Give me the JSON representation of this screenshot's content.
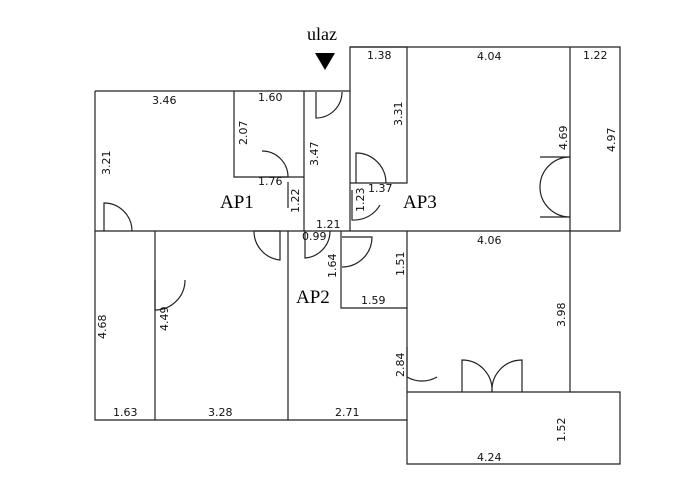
{
  "entrance": {
    "label": "ulaz",
    "icon": "entrance-arrow-icon"
  },
  "apartments": {
    "ap1": "AP1",
    "ap2": "AP2",
    "ap3": "AP3"
  },
  "dimensions": {
    "ap1_width_top": "3.46",
    "ap1_height_left": "3.21",
    "ap1_bath_width": "1.60",
    "ap1_bath_height": "2.07",
    "ap1_hall_width": "1.76",
    "ap1_hall_small": "1.22",
    "corridor_height": "3.47",
    "corridor_width": "1.21",
    "corridor_door": "0.99",
    "ap3_small_width": "1.38",
    "ap3_bath_height": "3.31",
    "ap3_hall_width": "1.37",
    "ap3_hall_height": "1.23",
    "ap3_room_width": "4.04",
    "ap3_room_height": "4.69",
    "ap3_right_width": "1.22",
    "ap3_right_height": "4.97",
    "left_room_height": "4.68",
    "left_room_width": "1.63",
    "mid_room_height": "4.49",
    "mid_room_width": "3.28",
    "ap2_bath_height": "1.64",
    "ap2_bath_height2": "1.51",
    "ap2_bath_width": "1.59",
    "ap2_bottom_width": "2.71",
    "right_room_width": "4.06",
    "right_room_height": "3.98",
    "right_room_side": "2.84",
    "balcony_width": "4.24",
    "balcony_height": "1.52"
  }
}
